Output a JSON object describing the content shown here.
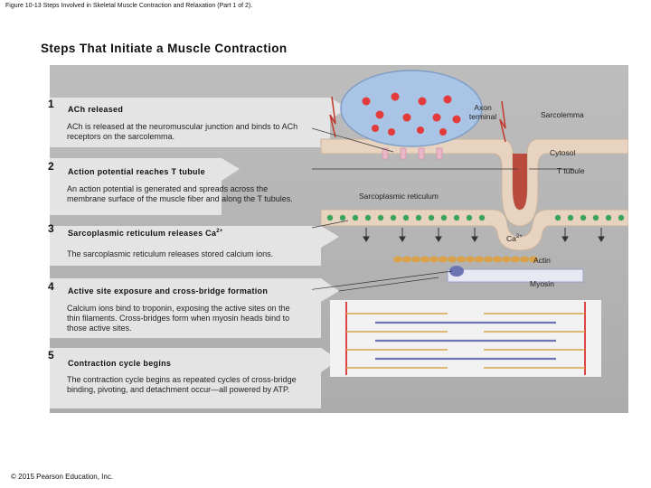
{
  "figure_caption": "Figure 10-13 Steps Involved in Skeletal Muscle Contraction and Relaxation (Part 1 of 2).",
  "main_title": "Steps That Initiate a Muscle Contraction",
  "steps": [
    {
      "number": "1",
      "title": "ACh released",
      "title_sup": "",
      "body": "ACh is released at the neuromuscular junction and binds to ACh receptors on the sarcolemma."
    },
    {
      "number": "2",
      "title": "Action potential reaches T tubule",
      "title_sup": "",
      "body": "An action potential is generated and spreads across the membrane surface of the muscle fiber and along the T tubules."
    },
    {
      "number": "3",
      "title": "Sarcoplasmic reticulum releases Ca",
      "title_sup": "2+",
      "body": "The sarcoplasmic reticulum releases stored calcium ions."
    },
    {
      "number": "4",
      "title": "Active site exposure and cross-bridge formation",
      "title_sup": "",
      "body": "Calcium ions bind to troponin, exposing the active sites on the thin filaments. Cross-bridges form when myosin heads bind to those active sites."
    },
    {
      "number": "5",
      "title": "Contraction cycle begins",
      "title_sup": "",
      "body": "The contraction cycle begins as repeated cycles of cross-bridge binding, pivoting, and detachment occur—all powered by ATP."
    }
  ],
  "diagram_labels": {
    "axon_terminal": "Axon terminal",
    "sarcolemma": "Sarcolemma",
    "cytosol": "Cytosol",
    "t_tubule": "T tubule",
    "sarcoplasmic_reticulum": "Sarcoplasmic reticulum",
    "ca": "Ca",
    "ca_sup": "2+",
    "actin": "Actin",
    "myosin": "Myosin"
  },
  "copyright": "© 2015 Pearson Education, Inc.",
  "colors": {
    "panel": "#b4b4b4",
    "membrane": "#e7d3c0",
    "axon": "#a9c4e4",
    "vesicle": "#e33b3b",
    "calcium": "#3aa55a",
    "actin": "#d9a24a",
    "myosin": "#6d74b3",
    "ttubule": "#b94a3c"
  }
}
